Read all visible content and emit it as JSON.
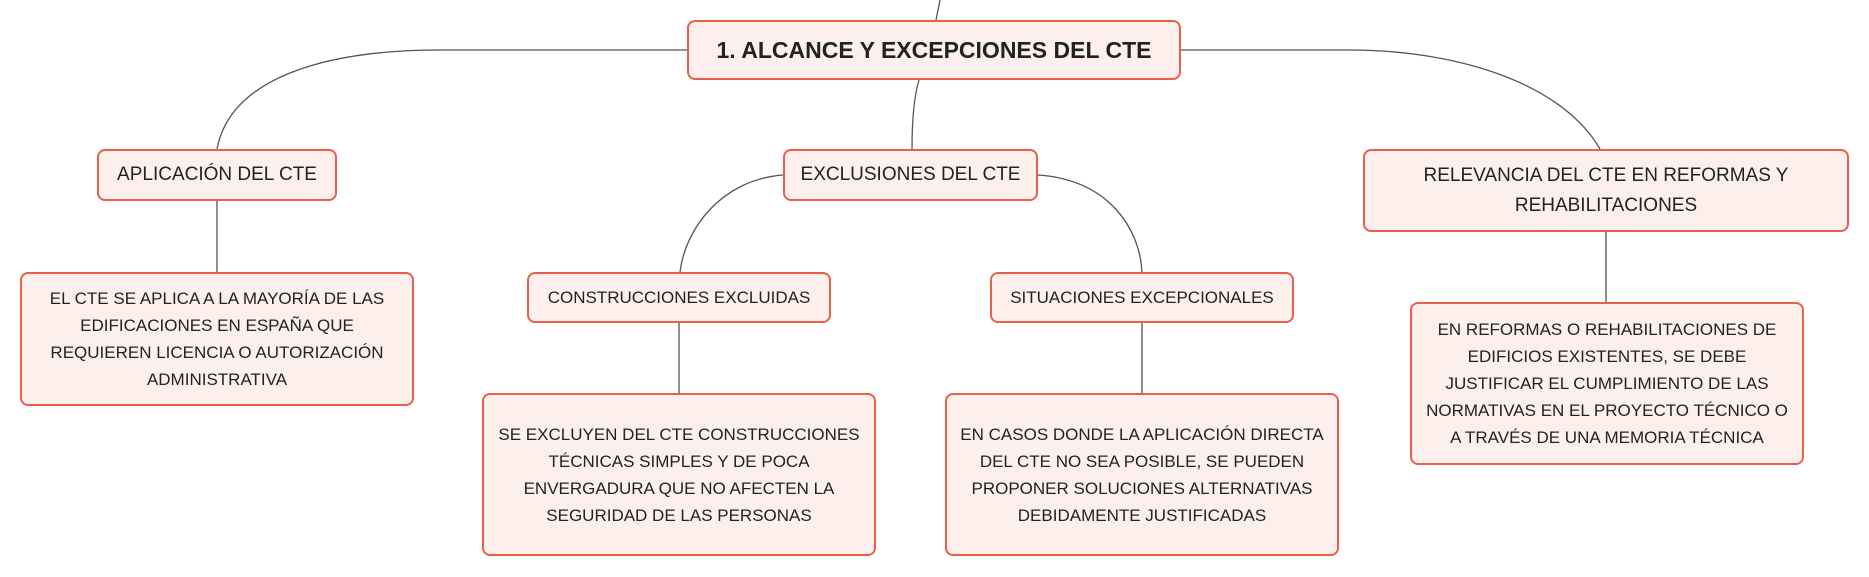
{
  "diagram": {
    "root": {
      "label": "1. ALCANCE Y EXCEPCIONES DEL CTE"
    },
    "branches": {
      "aplicacion": {
        "label": "APLICACIÓN DEL CTE",
        "detail": "EL CTE SE APLICA A LA MAYORÍA DE LAS EDIFICACIONES EN ESPAÑA QUE REQUIEREN LICENCIA O AUTORIZACIÓN ADMINISTRATIVA"
      },
      "exclusiones": {
        "label": "EXCLUSIONES DEL CTE",
        "children": {
          "construcciones": {
            "label": "CONSTRUCCIONES EXCLUIDAS",
            "detail": "SE EXCLUYEN DEL CTE CONSTRUCCIONES TÉCNICAS SIMPLES Y DE POCA ENVERGADURA QUE NO AFECTEN LA SEGURIDAD DE LAS PERSONAS"
          },
          "situaciones": {
            "label": "SITUACIONES EXCEPCIONALES",
            "detail": "EN CASOS DONDE LA APLICACIÓN DIRECTA DEL CTE NO SEA POSIBLE, SE PUEDEN PROPONER SOLUCIONES ALTERNATIVAS DEBIDAMENTE JUSTIFICADAS"
          }
        }
      },
      "relevancia": {
        "label": "RELEVANCIA DEL CTE EN REFORMAS Y REHABILITACIONES",
        "detail": "EN REFORMAS O REHABILITACIONES DE EDIFICIOS EXISTENTES, SE DEBE JUSTIFICAR EL CUMPLIMIENTO DE LAS NORMATIVAS EN EL PROYECTO TÉCNICO O A TRAVÉS DE UNA MEMORIA TÉCNICA"
      }
    },
    "colors": {
      "node_border": "#e8604c",
      "node_fill": "#fdf0ec",
      "connector": "#555555",
      "text": "#222222"
    }
  }
}
